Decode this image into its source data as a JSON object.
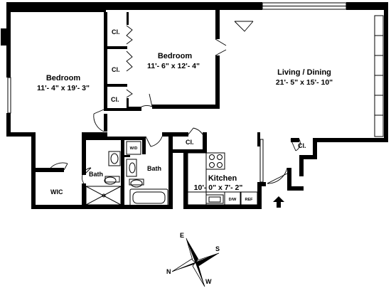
{
  "rooms": {
    "bedroom_left": {
      "name": "Bedroom",
      "dims": "11'- 4\" x 19'- 3\""
    },
    "bedroom_center": {
      "name": "Bedroom",
      "dims": "11'- 6\" x 12'- 4\""
    },
    "living_dining": {
      "name": "Living / Dining",
      "dims": "21'- 5\" x 15'- 10\""
    },
    "kitchen": {
      "name": "Kitchen",
      "dims": "10'- 0\" x 7'- 2\""
    },
    "bath_left": {
      "name": "Bath"
    },
    "bath_right": {
      "name": "Bath"
    },
    "wic": {
      "name": "WIC"
    }
  },
  "closets": [
    "Cl.",
    "Cl.",
    "Cl.",
    "Cl.",
    "Cl."
  ],
  "appliances": {
    "washer_dryer": "W/D",
    "dishwasher": "D/W",
    "refrigerator": "REF"
  },
  "compass": {
    "e": "E",
    "s": "S",
    "n": "N",
    "w": "W"
  }
}
